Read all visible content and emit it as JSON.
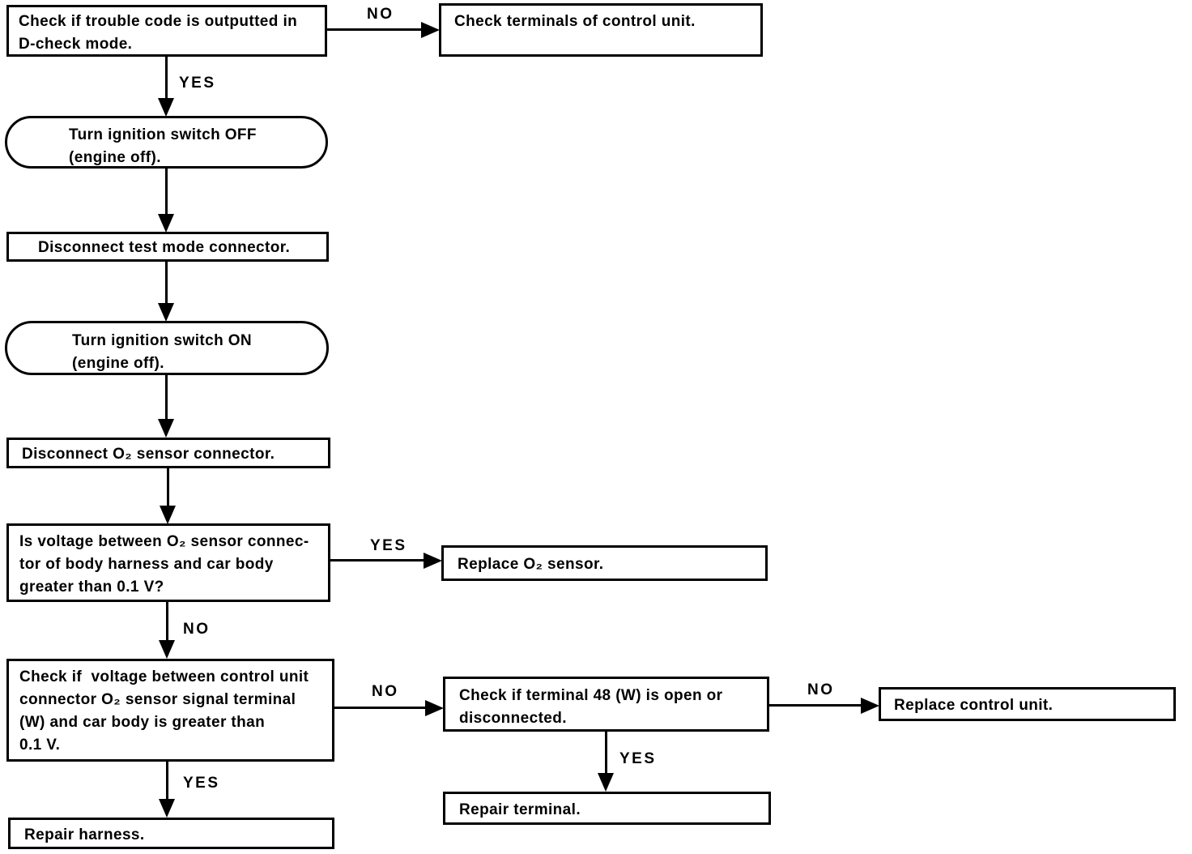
{
  "flowchart": {
    "colors": {
      "ink": "#000000",
      "paper": "#ffffff"
    },
    "nodes": {
      "check_trouble_code": {
        "shape": "process",
        "lines": [
          "Check if trouble code is outputted in",
          "D-check mode."
        ]
      },
      "check_terminals": {
        "shape": "process",
        "lines": [
          "Check terminals of control unit."
        ]
      },
      "ignition_off": {
        "shape": "terminal",
        "lines": [
          "Turn ignition switch OFF",
          "(engine off)."
        ]
      },
      "disconnect_test_mode": {
        "shape": "process",
        "lines": [
          "Disconnect test mode connector."
        ]
      },
      "ignition_on": {
        "shape": "terminal",
        "lines": [
          "Turn ignition switch ON",
          "(engine off)."
        ]
      },
      "disconnect_o2_sensor": {
        "shape": "process",
        "lines": [
          "Disconnect O₂ sensor connector."
        ]
      },
      "voltage_body_harness": {
        "shape": "decision",
        "lines": [
          "Is voltage between O₂ sensor connec-",
          "tor of body harness and car body",
          "greater than 0.1 V?"
        ]
      },
      "replace_o2_sensor": {
        "shape": "process",
        "lines": [
          "Replace O₂ sensor."
        ]
      },
      "voltage_control_unit": {
        "shape": "decision",
        "lines": [
          "Check if  voltage between control unit",
          "connector O₂ sensor signal terminal",
          "(W) and car body is greater than",
          "0.1 V."
        ]
      },
      "terminal_48": {
        "shape": "decision",
        "lines": [
          "Check if terminal 48 (W) is open or",
          "disconnected."
        ]
      },
      "replace_control_unit": {
        "shape": "process",
        "lines": [
          "Replace control unit."
        ]
      },
      "repair_terminal": {
        "shape": "process",
        "lines": [
          "Repair terminal."
        ]
      },
      "repair_harness": {
        "shape": "process",
        "lines": [
          "Repair harness."
        ]
      }
    },
    "edges": {
      "trouble_no": {
        "from": "check_trouble_code",
        "to": "check_terminals",
        "label": "NO"
      },
      "trouble_yes": {
        "from": "check_trouble_code",
        "to": "ignition_off",
        "label": "YES"
      },
      "off_to_test": {
        "from": "ignition_off",
        "to": "disconnect_test_mode",
        "label": ""
      },
      "test_to_on": {
        "from": "disconnect_test_mode",
        "to": "ignition_on",
        "label": ""
      },
      "on_to_o2": {
        "from": "ignition_on",
        "to": "disconnect_o2_sensor",
        "label": ""
      },
      "o2_to_voltage": {
        "from": "disconnect_o2_sensor",
        "to": "voltage_body_harness",
        "label": ""
      },
      "harness_yes": {
        "from": "voltage_body_harness",
        "to": "replace_o2_sensor",
        "label": "YES"
      },
      "harness_no": {
        "from": "voltage_body_harness",
        "to": "voltage_control_unit",
        "label": "NO"
      },
      "control_no": {
        "from": "voltage_control_unit",
        "to": "terminal_48",
        "label": "NO"
      },
      "control_yes": {
        "from": "voltage_control_unit",
        "to": "repair_harness",
        "label": "YES"
      },
      "term48_no": {
        "from": "terminal_48",
        "to": "replace_control_unit",
        "label": "NO"
      },
      "term48_yes": {
        "from": "terminal_48",
        "to": "repair_terminal",
        "label": "YES"
      }
    }
  }
}
